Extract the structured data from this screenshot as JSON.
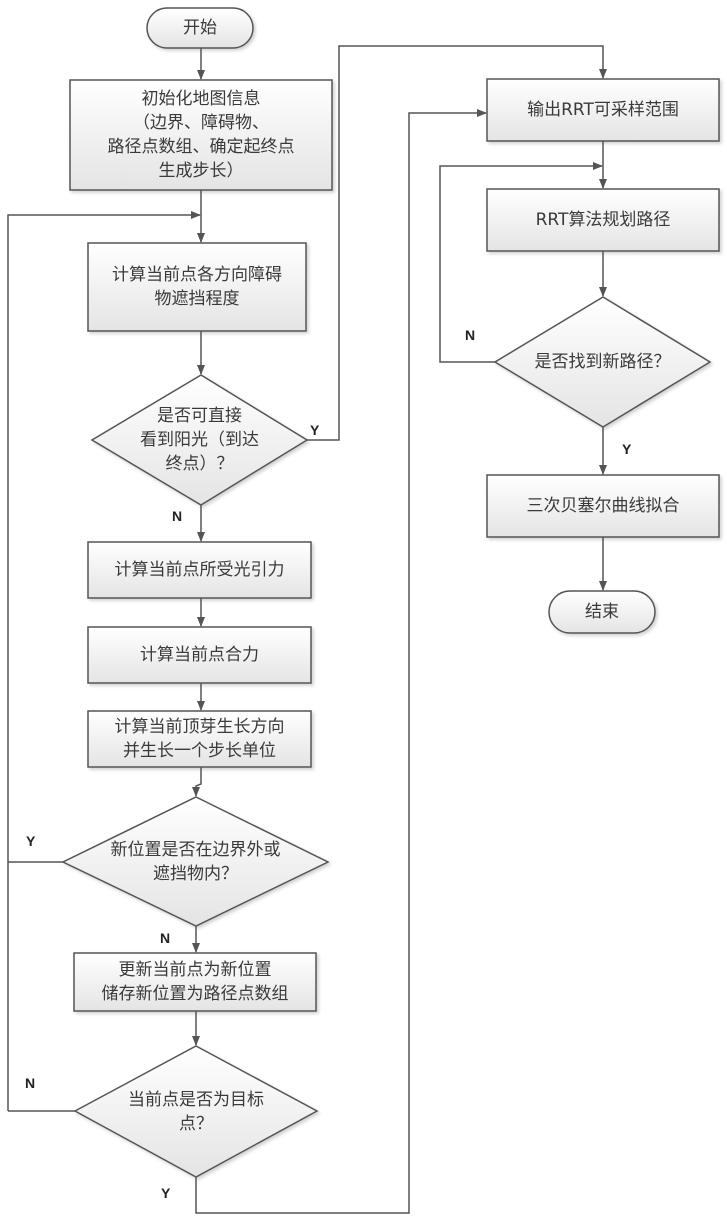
{
  "colors": {
    "stroke": "#555555",
    "fill_top": "#ffffff",
    "fill_bottom": "#e6e6e6",
    "text": "#3a3a3a"
  },
  "nodes": {
    "start": "开始",
    "init_map": "初始化地图信息\n（边界、障碍物、\n路径点数组、确定起终点\n生成步长）",
    "calc_occlusion": "计算当前点各方向障碍\n物遮挡程度",
    "can_see_sun": "是否可直接\n看到阳光（到达\n终点）？",
    "calc_light_force": "计算当前点所受光引力",
    "calc_resultant": "计算当前点合力",
    "calc_growth": "计算当前顶芽生长方向\n并生长一个步长单位",
    "out_of_bounds": "新位置是否在边界外或\n遮挡物内？",
    "update_point": "更新当前点为新位置\n储存新位置为路径点数组",
    "is_target": "当前点是否为目标\n点？",
    "output_rrt_range": "输出RRT可采样范围",
    "rrt_plan": "RRT算法规划路径",
    "found_new_path": "是否找到新路径？",
    "bezier_fit": "三次贝塞尔曲线拟合",
    "end": "结束"
  },
  "labels": {
    "sun_yes": "Y",
    "sun_no": "N",
    "bounds_yes": "Y",
    "bounds_no": "N",
    "target_no": "N",
    "target_yes": "Y",
    "path_no": "N",
    "path_yes": "Y"
  }
}
